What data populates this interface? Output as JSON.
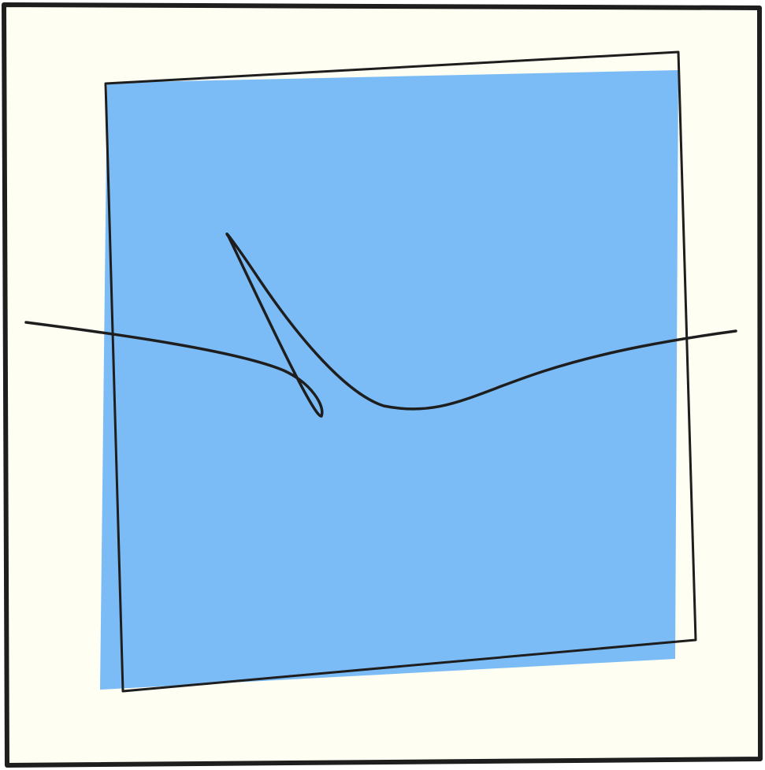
{
  "colors": {
    "background": "#fefff2",
    "fill": "#7cbcf6",
    "stroke": "#1e1e1e"
  },
  "shapes": {
    "outer_frame": "sketchy-rectangle",
    "inner_fill": "blue-quadrilateral",
    "inner_outline": "tilted-rectangle-outline",
    "curve": "freehand-line-with-loop"
  }
}
